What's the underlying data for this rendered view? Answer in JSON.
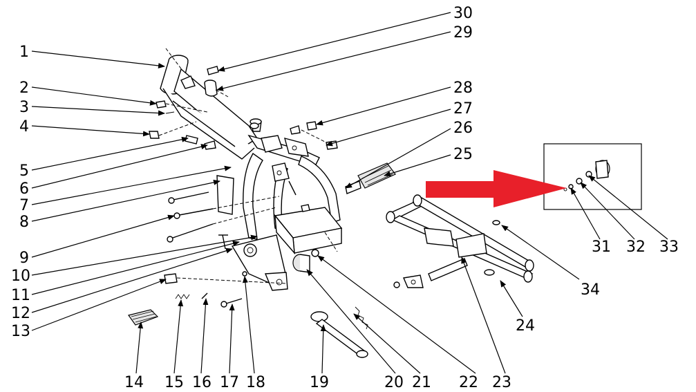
{
  "diagram": {
    "callouts": [
      "1",
      "2",
      "3",
      "4",
      "5",
      "6",
      "7",
      "8",
      "9",
      "10",
      "11",
      "12",
      "13",
      "14",
      "15",
      "16",
      "17",
      "18",
      "19",
      "20",
      "21",
      "22",
      "23",
      "24",
      "25",
      "26",
      "27",
      "28",
      "29",
      "30",
      "31",
      "32",
      "33",
      "34"
    ],
    "pointer_arrow_color": "#e8202a",
    "line_color": "#000000",
    "background": "#ffffff"
  }
}
